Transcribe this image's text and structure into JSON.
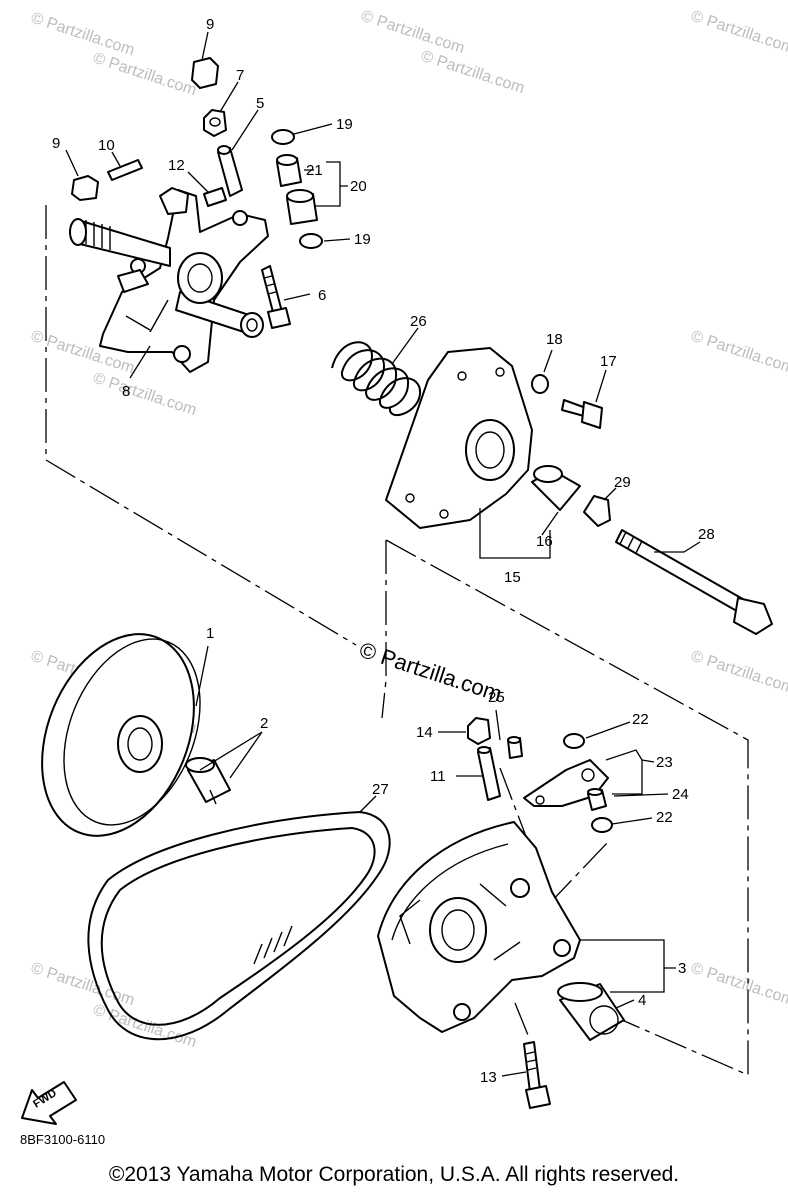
{
  "diagram": {
    "watermark": "© Partzilla.com",
    "callouts": {
      "c9a": "9",
      "c7": "7",
      "c5": "5",
      "c19a": "19",
      "c9b": "9",
      "c10": "10",
      "c12": "12",
      "c21": "21",
      "c20": "20",
      "c19b": "19",
      "c6": "6",
      "c8": "8",
      "c26": "26",
      "c18": "18",
      "c17": "17",
      "c29": "29",
      "c16": "16",
      "c15": "15",
      "c28": "28",
      "c1": "1",
      "c2": "2",
      "c25": "25",
      "c14": "14",
      "c22a": "22",
      "c11": "11",
      "c23": "23",
      "c24": "24",
      "c22b": "22",
      "c27": "27",
      "c3": "3",
      "c4": "4",
      "c13": "13"
    },
    "fwd_label": "FWD"
  },
  "footer": {
    "diagram_code": "8BF3100-6110",
    "copyright": "©2013 Yamaha Motor Corporation, U.S.A. All rights reserved."
  }
}
